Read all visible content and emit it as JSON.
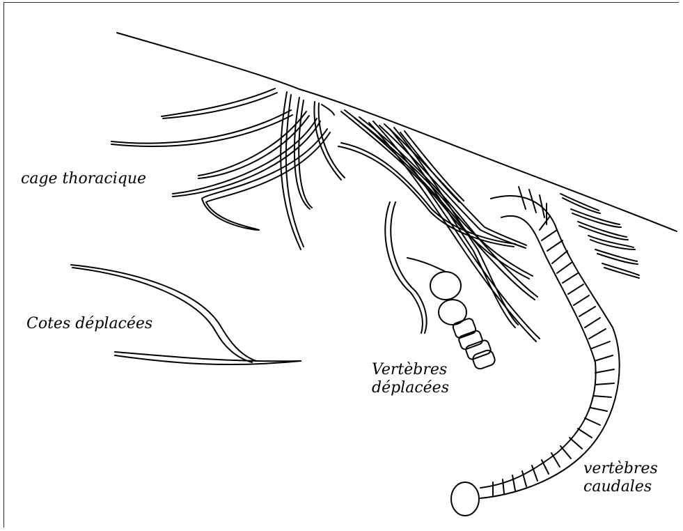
{
  "labels": {
    "thoracic_cage": "cage thoracique",
    "displaced_ribs": "Cotes déplacées",
    "displaced_vertebrae": [
      "Vertèbres",
      "déplacées"
    ],
    "caudal_vertebrae": [
      "vertèbres",
      "caudales"
    ]
  },
  "style": {
    "ink_color": "#000000",
    "background": "#ffffff"
  }
}
